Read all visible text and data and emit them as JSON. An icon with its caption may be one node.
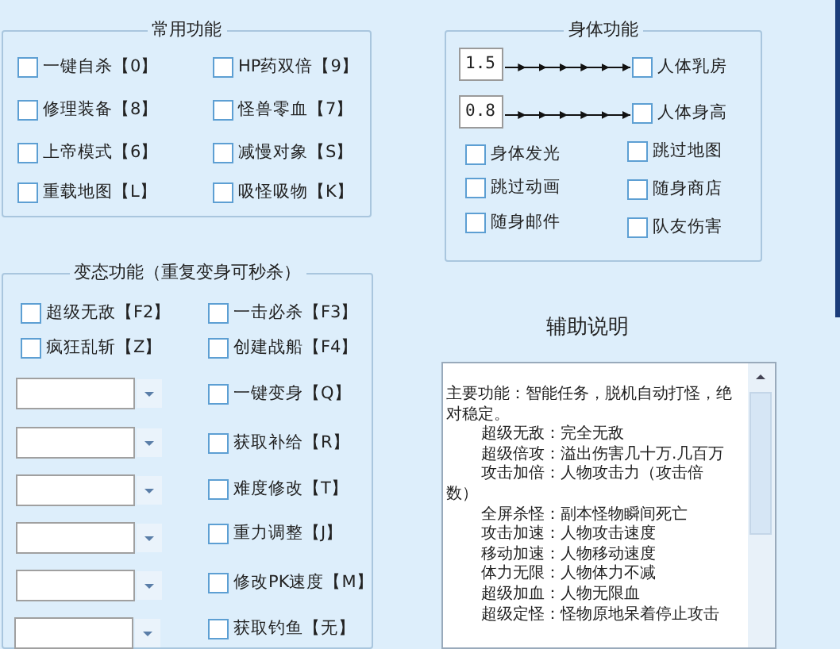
{
  "diagram": {
    "nodes": [
      {
        "text": [
          "常用功能"
        ]
      },
      {
        "text": [
          "一键自杀【0】"
        ],
        "in": 0
      },
      {
        "text": [
          "HP药双倍【9】"
        ],
        "in": 0
      },
      {
        "text": [
          "修理装备【8】"
        ],
        "in": 0
      },
      {
        "text": [
          "怪兽零血【7】"
        ],
        "in": 0
      },
      {
        "text": [
          "上帝模式【6】"
        ],
        "in": 0
      },
      {
        "text": [
          "减慢对象【S】"
        ],
        "in": 0
      },
      {
        "text": [
          "重载地图【L】"
        ],
        "in": 0
      },
      {
        "text": [
          "吸怪吸物【K】"
        ],
        "in": 0
      },
      {
        "text": [
          "身体功能"
        ]
      },
      {
        "text": [
          "1.5"
        ],
        "in": 9
      },
      {
        "text": [
          "人体乳房"
        ],
        "in": 9
      },
      {
        "text": [
          "0.8"
        ],
        "in": 9
      },
      {
        "text": [
          "人体身高"
        ],
        "in": 9
      },
      {
        "text": [
          "身体发光"
        ],
        "in": 9
      },
      {
        "text": [
          "跳过地图"
        ],
        "in": 9
      },
      {
        "text": [
          "跳过动画"
        ],
        "in": 9
      },
      {
        "text": [
          "随身商店"
        ],
        "in": 9
      },
      {
        "text": [
          "随身邮件"
        ],
        "in": 9
      },
      {
        "text": [
          "队友伤害"
        ],
        "in": 9
      },
      {
        "text": [
          "变态功能（重复变身可秒杀）"
        ]
      },
      {
        "text": [
          "超级无敌【F2】"
        ],
        "in": 20
      },
      {
        "text": [
          "一击必杀【F3】"
        ],
        "in": 20
      },
      {
        "text": [
          "疯狂乱斩【Z】"
        ],
        "in": 20
      },
      {
        "text": [
          "创建战船【F4】"
        ],
        "in": 20
      },
      {
        "text": [],
        "shape": "box",
        "in": 20
      },
      {
        "text": [
          "一键变身【Q】"
        ],
        "in": 20
      },
      {
        "text": [],
        "shape": "box",
        "in": 20
      },
      {
        "text": [
          "获取补给【R】"
        ],
        "in": 20
      },
      {
        "text": [],
        "shape": "box",
        "in": 20
      },
      {
        "text": [
          "难度修改【T】"
        ],
        "in": 20
      },
      {
        "text": [],
        "shape": "box",
        "in": 20
      },
      {
        "text": [
          "重力调整【J】"
        ],
        "in": 20
      },
      {
        "text": [],
        "shape": "box",
        "in": 20
      },
      {
        "text": [
          "修改PK速度【M】"
        ],
        "in": 20
      },
      {
        "text": [],
        "shape": "box",
        "in": 20
      },
      {
        "text": [
          "获取钓鱼【无】"
        ],
        "in": 20
      },
      {
        "text": [
          "辅助说明",
          "主要功能：智能任务，脱机自动打怪，绝对稳定。",
          "超级无敌：完全无敌",
          "超级倍攻：溢出伤害几十万.几百万",
          "攻击加倍：人物攻击力（攻击倍数）",
          "全屏杀怪：副本怪物瞬间死亡",
          "攻击加速：人物攻击速度",
          "移动加速：人物移动速度",
          "体力无限：人物体力不减",
          "超级加血：人物无限血",
          "超级定怪：怪物原地呆着停止攻击"
        ]
      }
    ],
    "edges": [
      {
        "from": 10,
        "to": 11,
        "arrow": "to"
      },
      {
        "from": 12,
        "to": 13,
        "arrow": "to"
      }
    ]
  }
}
